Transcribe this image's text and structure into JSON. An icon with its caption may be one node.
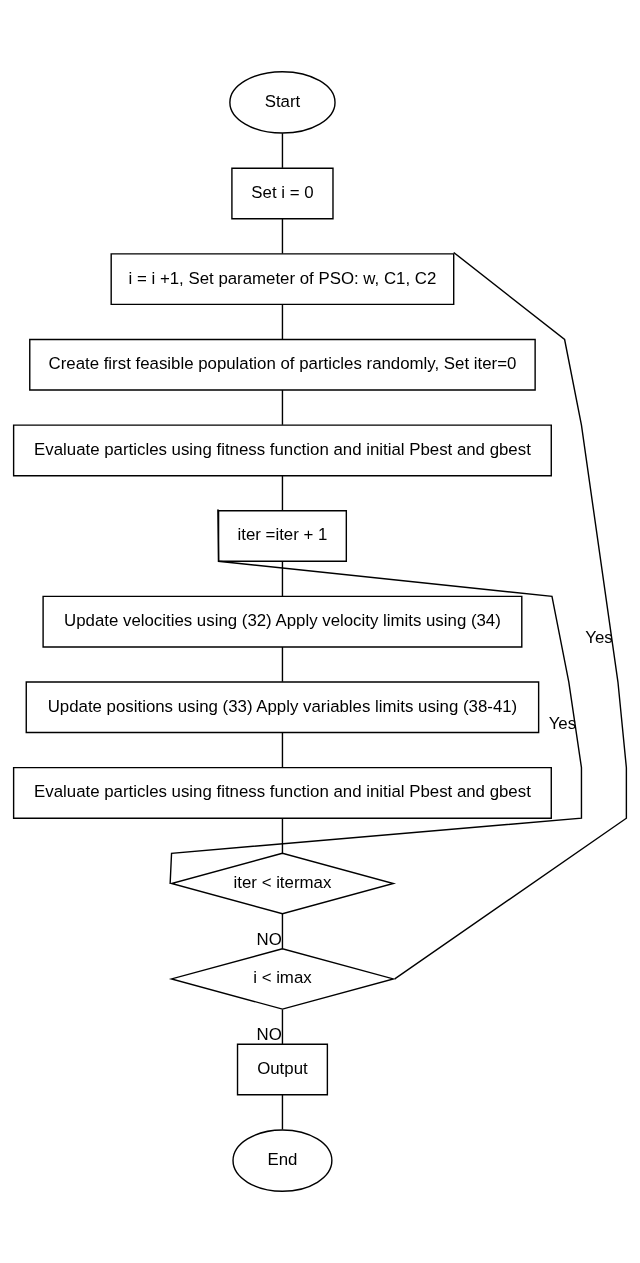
{
  "diagram": {
    "nodes": [
      {
        "text": [
          "Start"
        ]
      },
      {
        "text": [
          "Set i = 0"
        ]
      },
      {
        "text": [
          "i = i +1, Set parameter of PSO: w, C1, C2"
        ]
      },
      {
        "text": [
          "Create first feasible population of particles randomly, Set iter=0"
        ]
      },
      {
        "text": [
          "Evaluate particles using fitness function and initial Pbest and gbest"
        ]
      },
      {
        "text": [
          "iter =iter + 1"
        ]
      },
      {
        "text": [
          "Update velocities using (32) Apply velocity limits using (34)"
        ]
      },
      {
        "text": [
          "Update positions using (33) Apply variables limits using (38-41)"
        ]
      },
      {
        "text": [
          "Evaluate particles using fitness function and initial Pbest and gbest"
        ]
      },
      {
        "text": [
          "iter < itermax"
        ]
      },
      {
        "text": [
          "i < imax"
        ]
      },
      {
        "text": [
          "Output"
        ]
      },
      {
        "text": [
          "End"
        ]
      }
    ],
    "edges": [
      {
        "from": 0,
        "to": 1,
        "arrow": "none"
      },
      {
        "from": 1,
        "to": 2,
        "arrow": "none"
      },
      {
        "from": 2,
        "to": 3,
        "arrow": "none"
      },
      {
        "from": 3,
        "to": 4,
        "arrow": "none"
      },
      {
        "from": 4,
        "to": 5,
        "arrow": "none"
      },
      {
        "from": 5,
        "to": 6,
        "arrow": "none"
      },
      {
        "from": 6,
        "to": 7,
        "arrow": "none"
      },
      {
        "from": 7,
        "to": 8,
        "arrow": "none"
      },
      {
        "from": 8,
        "to": 9,
        "arrow": "none"
      },
      {
        "from": 9,
        "to": 5,
        "arrow": "none",
        "label": "Yes"
      },
      {
        "from": 9,
        "to": 10,
        "arrow": "none",
        "label": "NO"
      },
      {
        "from": 10,
        "to": 2,
        "arrow": "none",
        "label": "Yes"
      },
      {
        "from": 10,
        "to": 11,
        "arrow": "none",
        "label": "NO"
      },
      {
        "from": 11,
        "to": 12,
        "arrow": "none"
      }
    ]
  }
}
